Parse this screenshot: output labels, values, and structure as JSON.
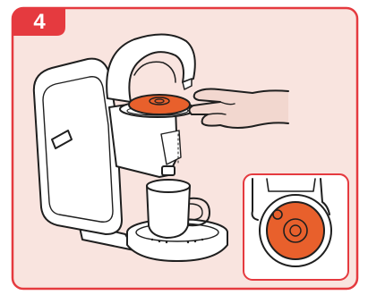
{
  "step": {
    "number": "4"
  },
  "colors": {
    "frame": "#e53a3f",
    "background": "#f9e4df",
    "outline": "#1f1f1f",
    "machine_fill": "#ffffff",
    "disc": "#e8602c",
    "hand": "#f2d7cf"
  },
  "illustration": {
    "main": "coffee-machine-with-hand-inserting-disc",
    "inset": "disc-closeup-in-holder"
  }
}
